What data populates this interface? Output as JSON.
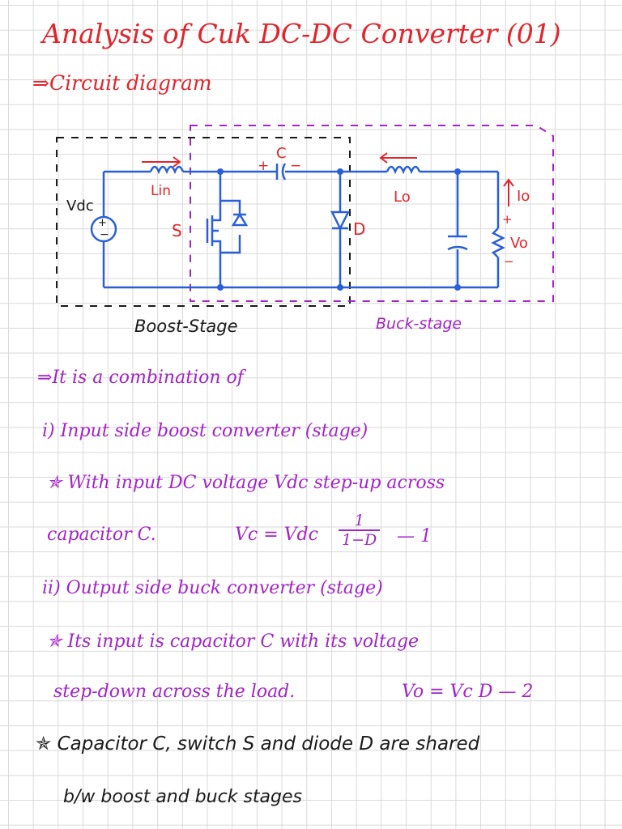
{
  "title": "Analysis of Cuk DC-DC Converter (01)",
  "heading_circuit": "⇒Circuit diagram",
  "diagram": {
    "vdc_label": "Vdc",
    "lin_label": "Lin",
    "c_label": "C",
    "c_plus": "+",
    "c_minus": "−",
    "s_label": "S",
    "d_label": "D",
    "lo_label": "Lo",
    "io_label": "Io",
    "vo_label": "Vo",
    "vo_plus": "+",
    "vo_minus": "−",
    "source_plus": "+",
    "source_minus": "−",
    "boost_stage": "Boost-Stage",
    "buck_stage": "Buck-stage"
  },
  "colors": {
    "title": "#e3242b",
    "body_text": "#a323c9",
    "circuit_wire": "#2a5fd8",
    "annotation": "#1a1a1a"
  },
  "text": {
    "combination": "⇒It is a combination of",
    "item1": "i) Input side boost converter (stage)",
    "item1_note": "✯ With input DC voltage Vdc step-up across",
    "item1_note2": "capacitor C.",
    "eq1_lhs": "Vc = Vdc",
    "eq1_num": "1",
    "eq1_den": "1−D",
    "eq1_ref": "— 1",
    "item2": "ii) Output side buck converter (stage)",
    "item2_note": "✯ Its input is capacitor C with its voltage",
    "item2_note2": "step-down across the load.",
    "eq2": "Vo = Vc D — 2",
    "shared_note": "✯ Capacitor C, switch S and diode D are shared",
    "shared_note2": "b/w boost and buck stages"
  }
}
